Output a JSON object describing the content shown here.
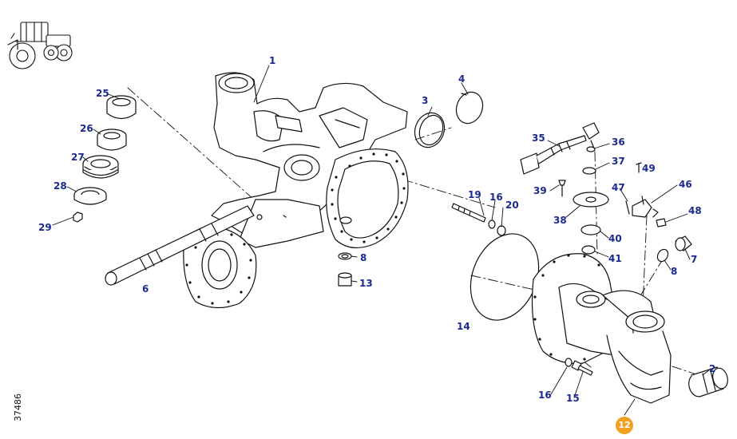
{
  "diagram": {
    "reference_code": "37486",
    "colors": {
      "callout_text": "#1b2a8f",
      "highlight": "#f0a020",
      "line": "#111111"
    },
    "callouts": [
      {
        "id": "c1",
        "label": "1"
      },
      {
        "id": "c25",
        "label": "25"
      },
      {
        "id": "c26",
        "label": "26"
      },
      {
        "id": "c27",
        "label": "27"
      },
      {
        "id": "c28",
        "label": "28"
      },
      {
        "id": "c29",
        "label": "29"
      },
      {
        "id": "c6",
        "label": "6"
      },
      {
        "id": "c3",
        "label": "3"
      },
      {
        "id": "c4",
        "label": "4"
      },
      {
        "id": "c35",
        "label": "35"
      },
      {
        "id": "c36",
        "label": "36"
      },
      {
        "id": "c37",
        "label": "37"
      },
      {
        "id": "c49",
        "label": "49"
      },
      {
        "id": "c39",
        "label": "39"
      },
      {
        "id": "c47",
        "label": "47"
      },
      {
        "id": "c46",
        "label": "46"
      },
      {
        "id": "c19",
        "label": "19"
      },
      {
        "id": "c16a",
        "label": "16"
      },
      {
        "id": "c20",
        "label": "20"
      },
      {
        "id": "c38",
        "label": "38"
      },
      {
        "id": "c48",
        "label": "48"
      },
      {
        "id": "c40",
        "label": "40"
      },
      {
        "id": "c41",
        "label": "41"
      },
      {
        "id": "c7",
        "label": "7"
      },
      {
        "id": "c8a",
        "label": "8"
      },
      {
        "id": "c8b",
        "label": "8"
      },
      {
        "id": "c13",
        "label": "13"
      },
      {
        "id": "c14",
        "label": "14"
      },
      {
        "id": "c2",
        "label": "2"
      },
      {
        "id": "c16b",
        "label": "16"
      },
      {
        "id": "c15",
        "label": "15"
      }
    ],
    "highlighted_callout": {
      "id": "c12",
      "label": "12"
    },
    "icons": [
      "tractor-icon"
    ]
  }
}
